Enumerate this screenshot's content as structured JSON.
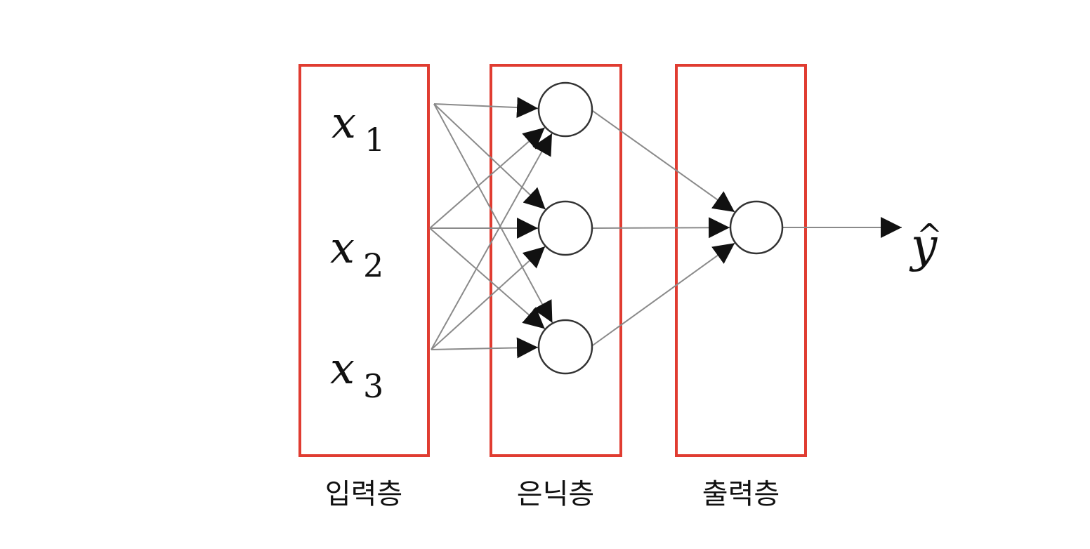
{
  "colors": {
    "box_stroke": "#e03c31",
    "edge": "#8a8a8a",
    "node_stroke": "#333333",
    "text": "#111111"
  },
  "inputs": [
    {
      "symbol": "x",
      "subscript": "1"
    },
    {
      "symbol": "x",
      "subscript": "2"
    },
    {
      "symbol": "x",
      "subscript": "3"
    }
  ],
  "hidden_nodes": 3,
  "output_nodes": 1,
  "output": {
    "symbol": "y",
    "hat": "^"
  },
  "labels": {
    "input_layer": "입력층",
    "hidden_layer": "은닉층",
    "output_layer": "출력층"
  }
}
